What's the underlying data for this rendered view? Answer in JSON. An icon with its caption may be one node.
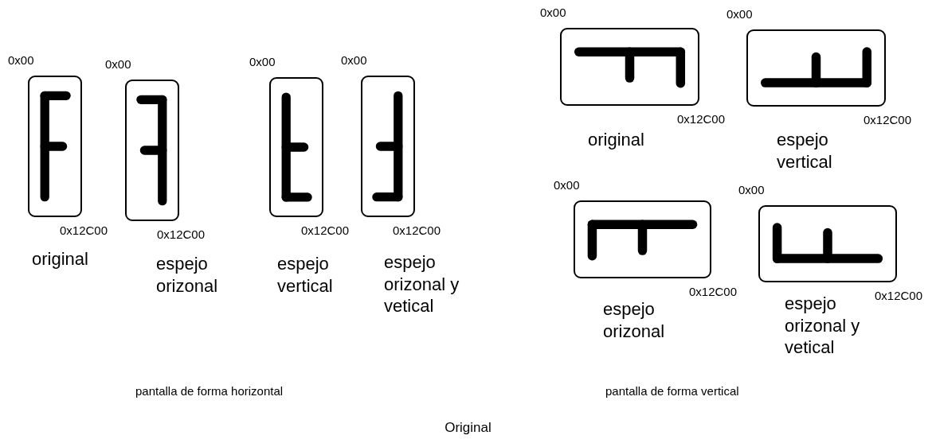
{
  "diagram": {
    "caption": "Original",
    "nodes": [
      {
        "text": [],
        "shape": "picture",
        "beside": [
          "0x00",
          "0x12C00",
          "original"
        ]
      },
      {
        "text": [],
        "shape": "picture",
        "beside": [
          "0x00",
          "0x12C00",
          "espejo orizonal"
        ]
      },
      {
        "text": [],
        "shape": "picture",
        "beside": [
          "0x00",
          "0x12C00",
          "espejo vertical"
        ]
      },
      {
        "text": [],
        "shape": "picture",
        "beside": [
          "0x00",
          "0x12C00",
          "espejo orizonal y vetical"
        ]
      },
      {
        "text": [],
        "shape": "picture",
        "beside": [
          "0x00",
          "0x12C00",
          "original"
        ]
      },
      {
        "text": [],
        "shape": "picture",
        "beside": [
          "0x00",
          "0x12C00",
          "espejo vertical"
        ]
      },
      {
        "text": [],
        "shape": "picture",
        "beside": [
          "0x00",
          "0x12C00",
          "espejo orizonal"
        ]
      },
      {
        "text": [],
        "shape": "picture",
        "beside": [
          "0x00",
          "0x12C00",
          "espejo orizonal y vetical"
        ]
      }
    ],
    "edges": [],
    "labels": [
      "pantalla de forma horizontal",
      "pantalla de forma vertical"
    ]
  }
}
